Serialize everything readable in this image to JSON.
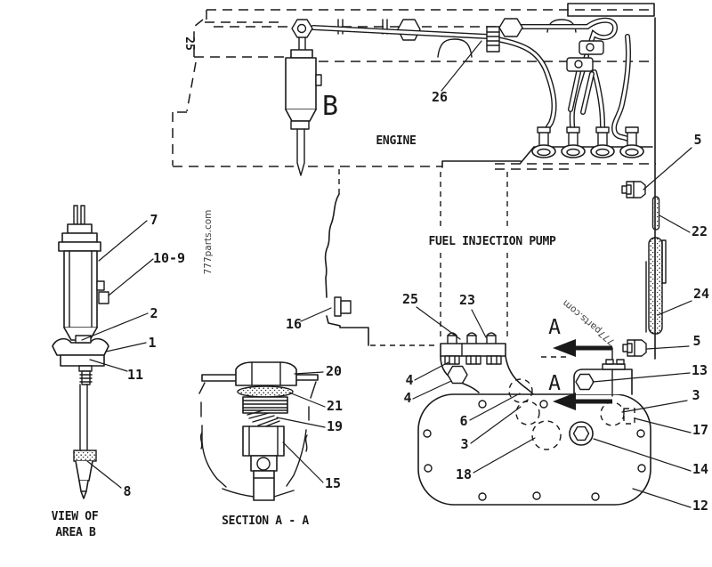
{
  "diagram": {
    "colors": {
      "ink": "#1a1a1a",
      "paper": "#ffffff",
      "watermark": "#3f3f3f"
    },
    "watermark": "777parts.com",
    "stamp": "25",
    "area_labels": {
      "engine": "ENGINE",
      "pump": "FUEL INJECTION PUMP"
    },
    "captions": {
      "view_line1": "VIEW OF",
      "view_line2": "AREA B",
      "section": "SECTION  A - A"
    },
    "markers": {
      "b": "B",
      "a_upper": "A",
      "a_lower": "A"
    },
    "callouts": [
      {
        "text": "7"
      },
      {
        "text": "10-9"
      },
      {
        "text": "2"
      },
      {
        "text": "1"
      },
      {
        "text": "11"
      },
      {
        "text": "8"
      },
      {
        "text": "16"
      },
      {
        "text": "20"
      },
      {
        "text": "21"
      },
      {
        "text": "19"
      },
      {
        "text": "15"
      },
      {
        "text": "26"
      },
      {
        "text": "25"
      },
      {
        "text": "23"
      },
      {
        "text": "4"
      },
      {
        "text": "4"
      },
      {
        "text": "6"
      },
      {
        "text": "3"
      },
      {
        "text": "18"
      },
      {
        "text": "5"
      },
      {
        "text": "22"
      },
      {
        "text": "24"
      },
      {
        "text": "5"
      },
      {
        "text": "13"
      },
      {
        "text": "3"
      },
      {
        "text": "17"
      },
      {
        "text": "14"
      },
      {
        "text": "12"
      }
    ]
  }
}
